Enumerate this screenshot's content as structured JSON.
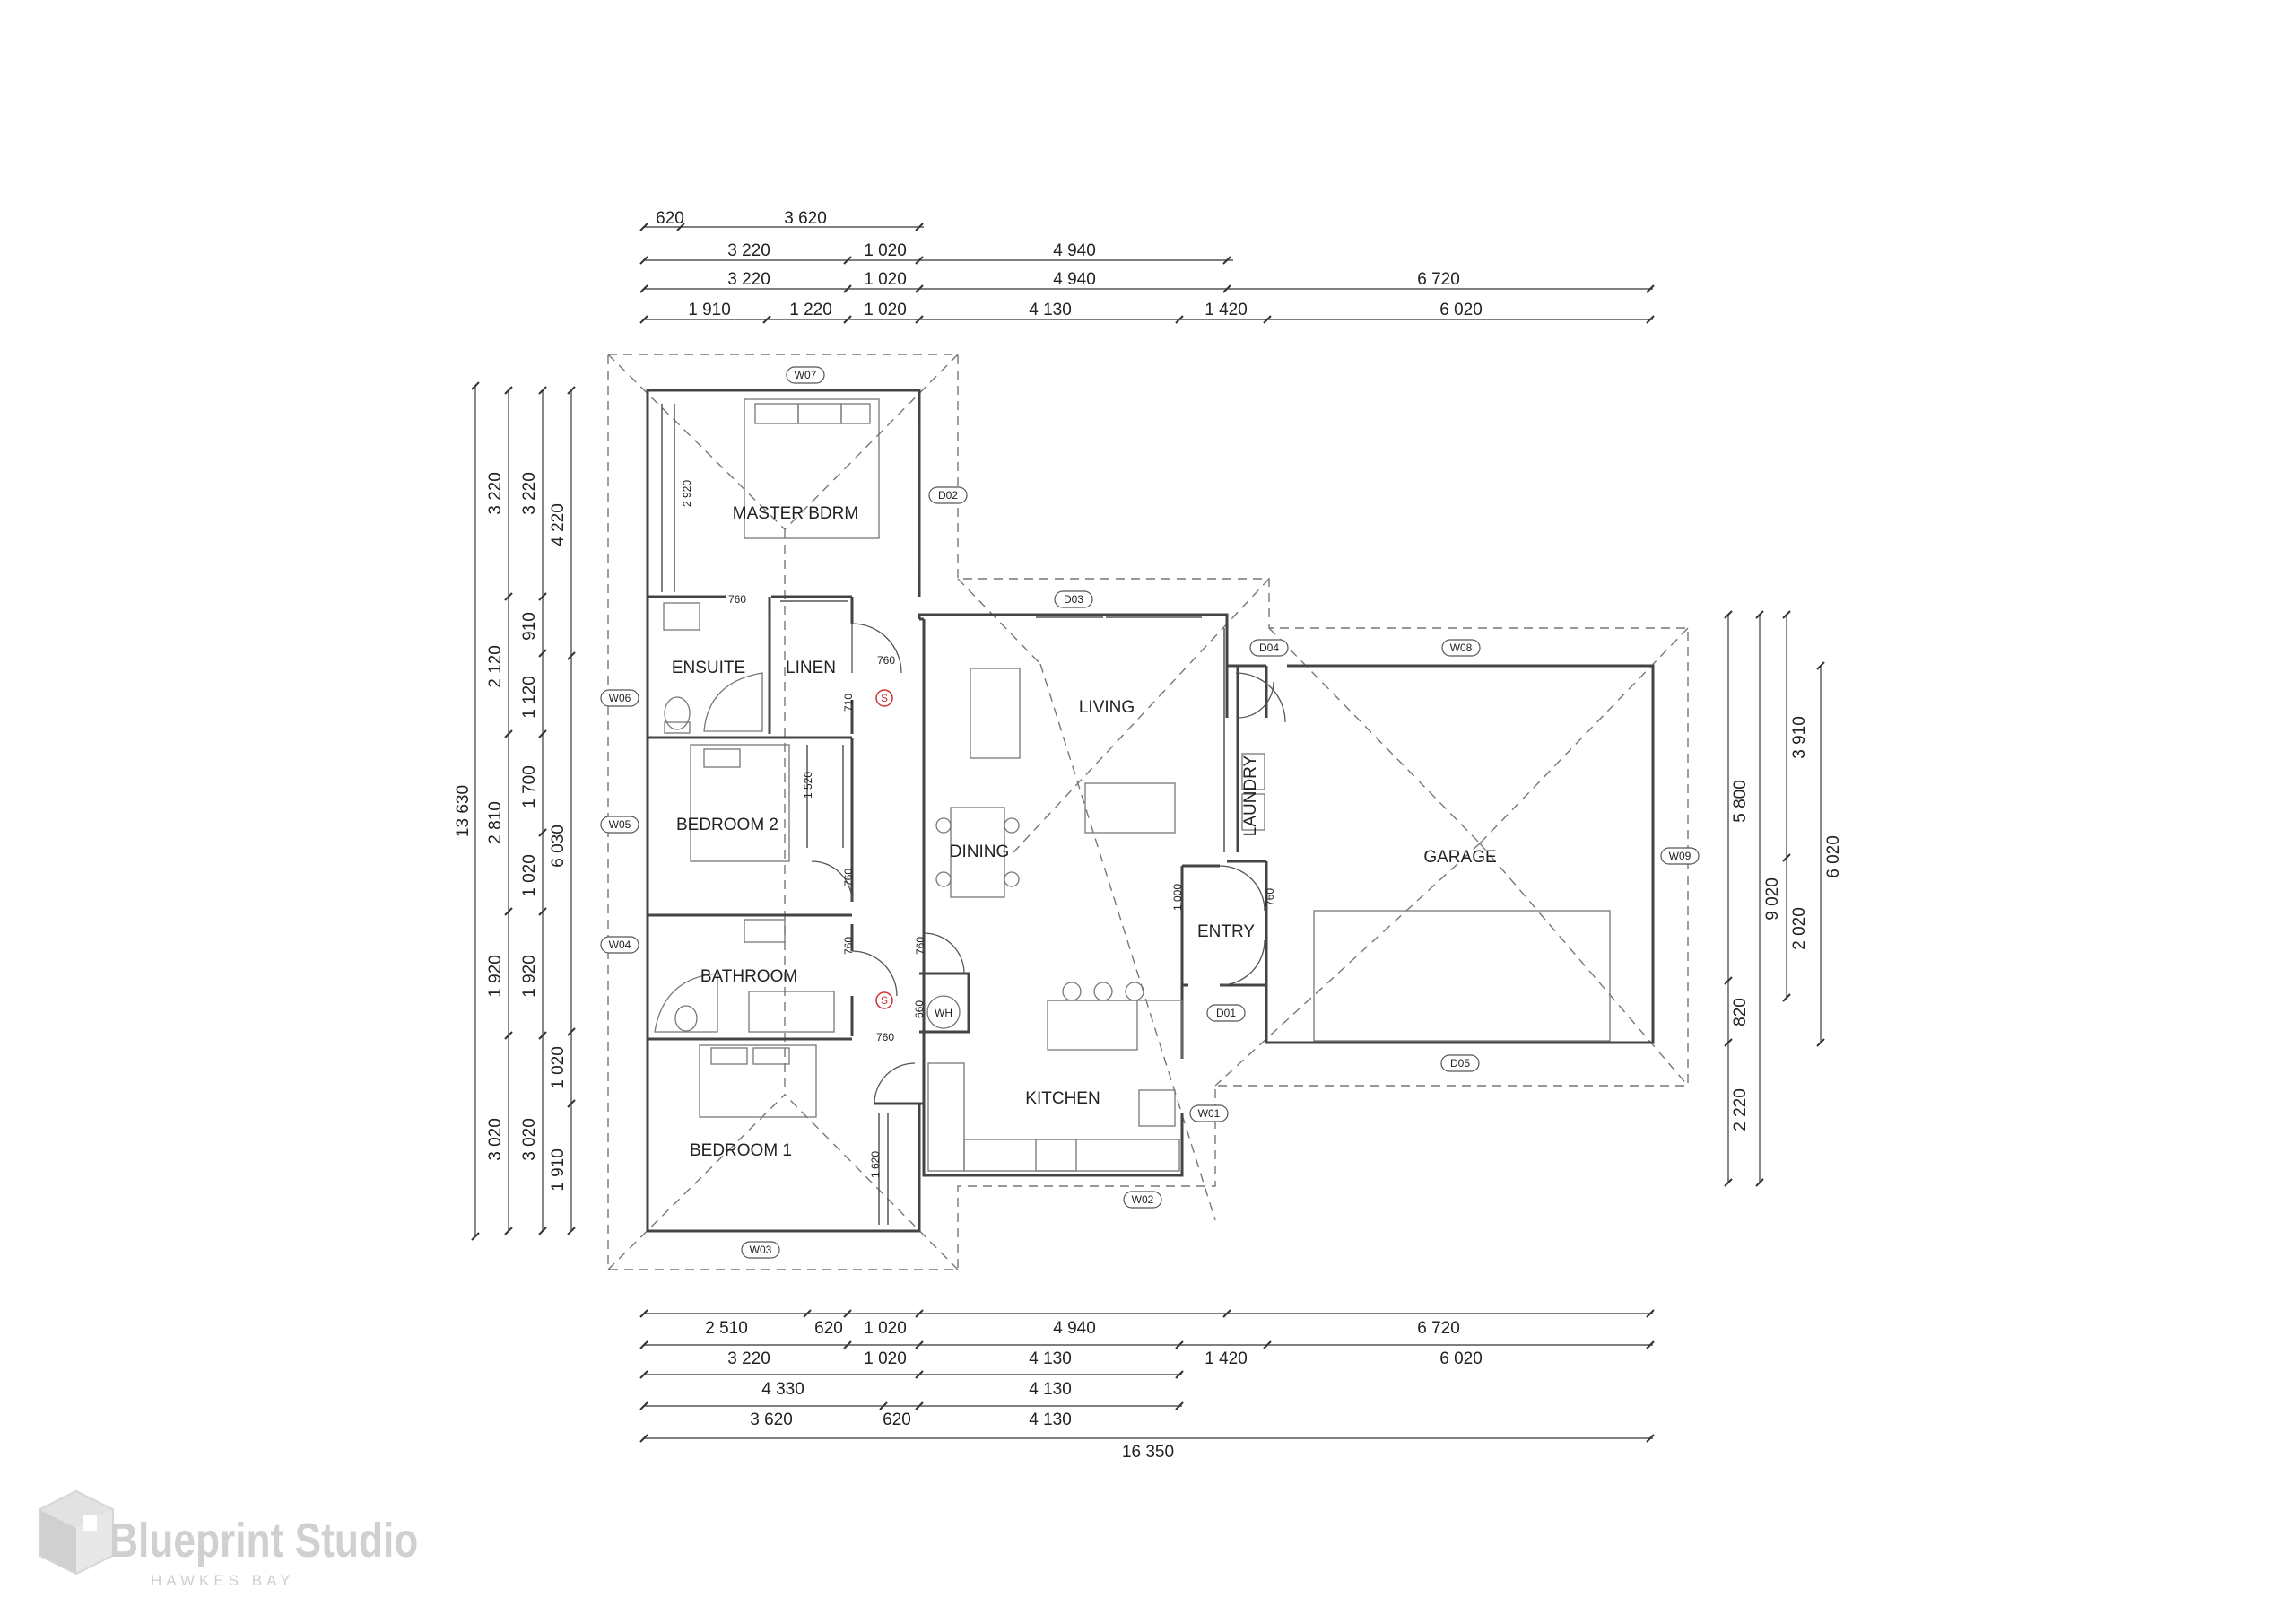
{
  "rooms": {
    "master_bdrm": "MASTER BDRM",
    "ensuite": "ENSUITE",
    "linen": "LINEN",
    "bedroom_2": "BEDROOM 2",
    "bathroom": "BATHROOM",
    "bedroom_1": "BEDROOM 1",
    "living": "LIVING",
    "dining": "DINING",
    "kitchen": "KITCHEN",
    "laundry": "LAUNDRY",
    "entry": "ENTRY",
    "garage": "GARAGE"
  },
  "tags": {
    "w01": "W01",
    "w02": "W02",
    "w03": "W03",
    "w04": "W04",
    "w05": "W05",
    "w06": "W06",
    "w07": "W07",
    "w08": "W08",
    "w09": "W09",
    "d01": "D01",
    "d02": "D02",
    "d03": "D03",
    "d04": "D04",
    "d05": "D05",
    "wh": "WH",
    "smoke": "S"
  },
  "dims_top": {
    "r1": [
      "620",
      "3 620"
    ],
    "r2": [
      "3 220",
      "1 020",
      "4 940"
    ],
    "r3": [
      "3 220",
      "1 020",
      "4 940",
      "6 720"
    ],
    "r4": [
      "1 910",
      "1 220",
      "1 020",
      "4 130",
      "1 420",
      "6 020"
    ]
  },
  "dims_bottom": {
    "r1": [
      "2 510",
      "620",
      "1 020",
      "4 940",
      "6 720"
    ],
    "r2": [
      "3 220",
      "1 020",
      "4 130",
      "1 420",
      "6 020"
    ],
    "r3": [
      "4 330",
      "4 130"
    ],
    "r4": [
      "3 620",
      "620",
      "4 130"
    ],
    "r5": "16 350"
  },
  "dims_left": {
    "c1": "13 630",
    "c2": [
      "3 220",
      "2 120",
      "2 810",
      "1 920",
      "3 020"
    ],
    "c3": [
      "3 220",
      "910",
      "1 120",
      "1 700",
      "1 020",
      "1 920",
      "3 020"
    ],
    "c4": [
      "4 220",
      "6 030",
      "1 020",
      "1 910"
    ]
  },
  "dims_right": {
    "c1": [
      "5 800",
      "820",
      "2 220"
    ],
    "c2": [
      "9 020"
    ],
    "c3": [
      "3 910",
      "2 020"
    ],
    "c4": "6 020"
  },
  "inner_dims": {
    "d2920": "2 920",
    "d760a": "760",
    "d760b": "760",
    "d710": "710",
    "d1520": "1 520",
    "d760c": "760",
    "d760d": "760",
    "d760e": "760",
    "d660": "660",
    "d760f": "760",
    "d1620": "1 620",
    "d1000": "1 000",
    "d760g": "760"
  },
  "brand": {
    "name": "Blueprint Studio",
    "sub": "HAWKES BAY"
  }
}
